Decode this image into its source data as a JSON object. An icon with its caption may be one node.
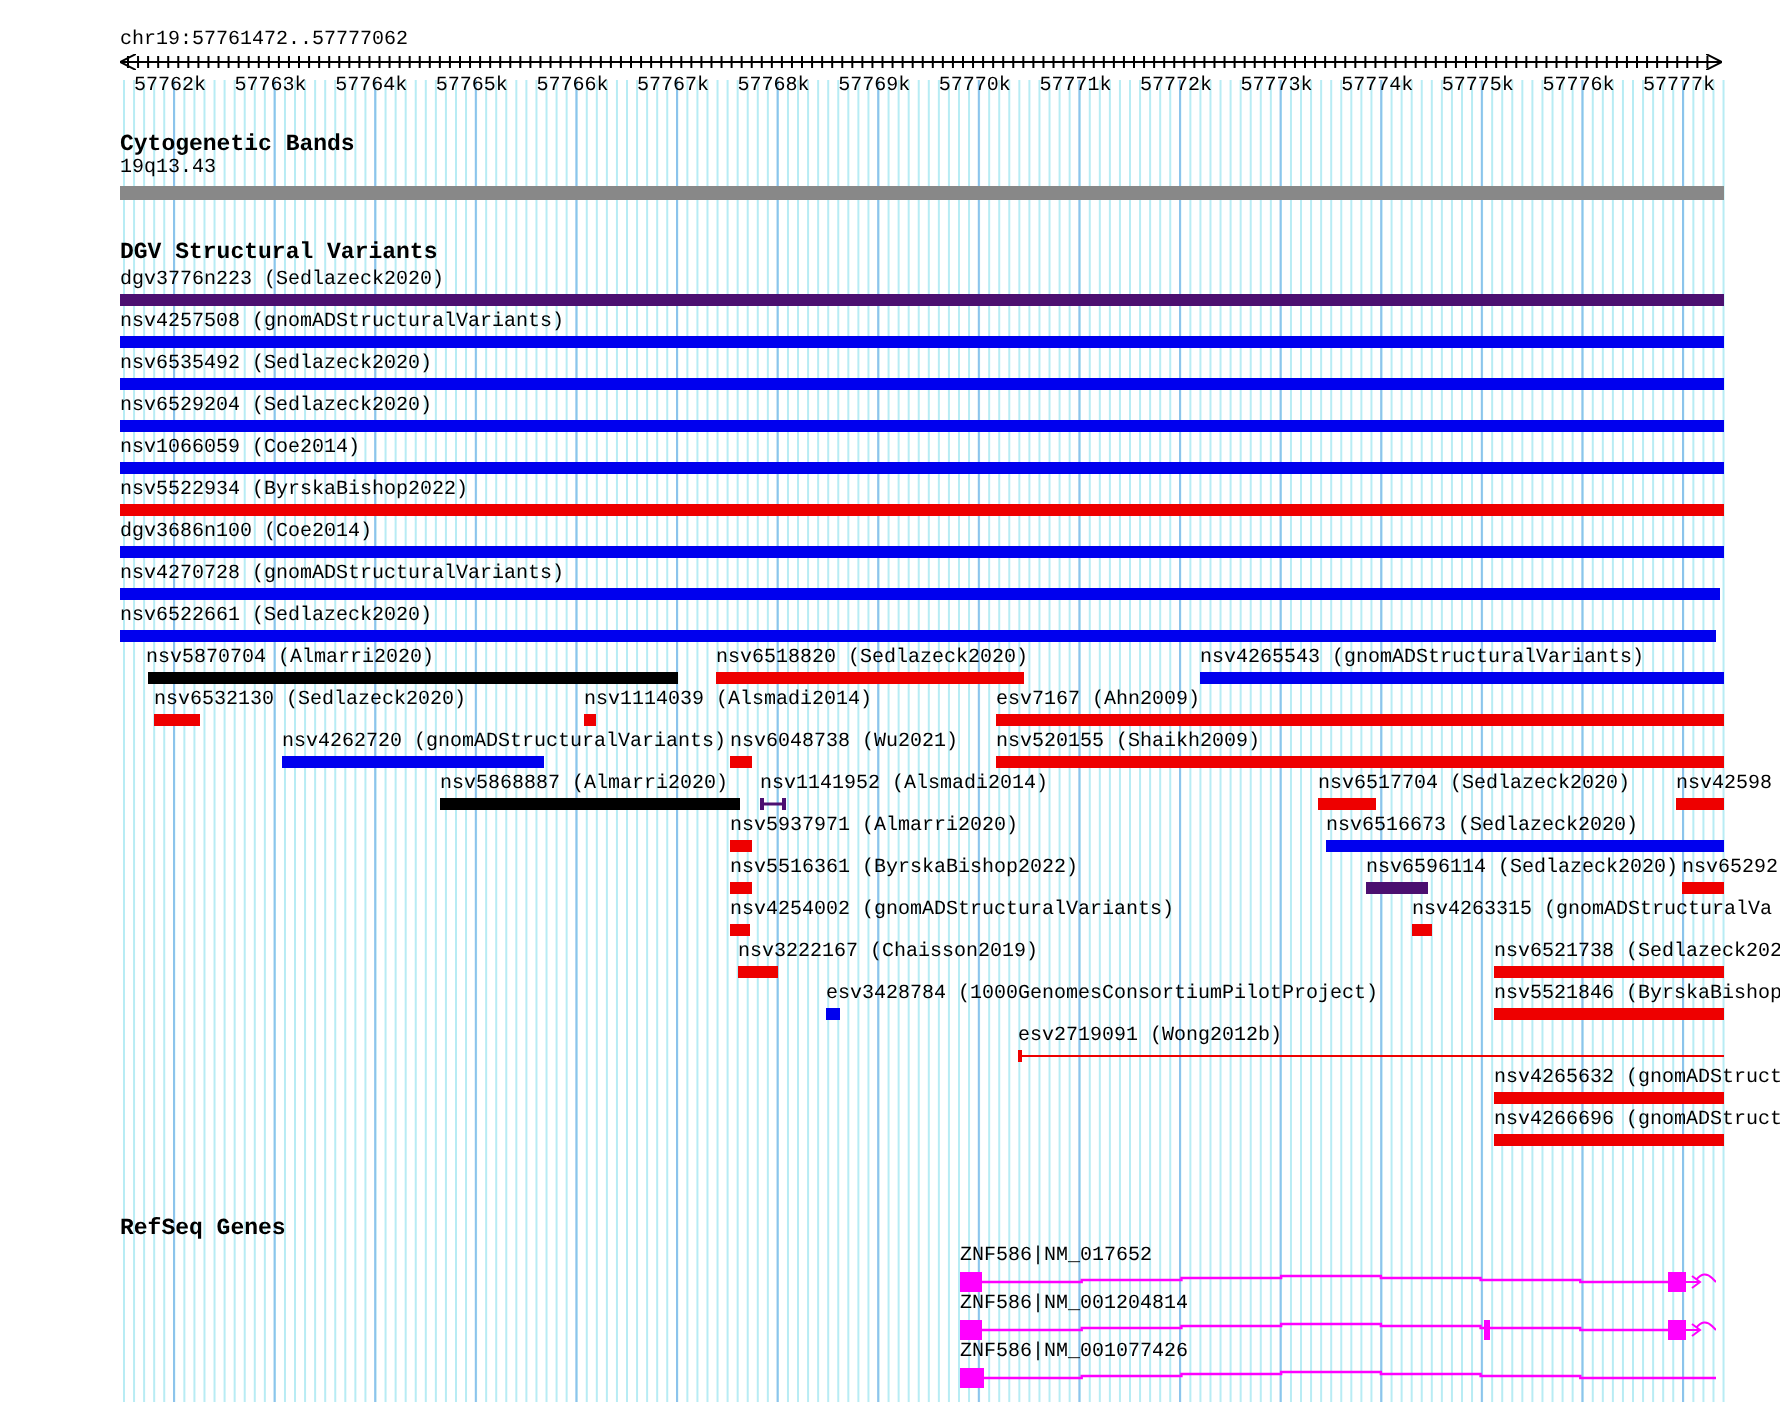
{
  "diagram": {
    "nodes": [
      {
        "text": [
          "19q13.43"
        ]
      },
      {
        "text": [
          "dgv3776n223 (Sedlazeck2020)"
        ]
      },
      {
        "text": [
          "nsv4257508 (gnomADStructuralVariants)"
        ]
      },
      {
        "text": [
          "nsv6535492 (Sedlazeck2020)"
        ]
      },
      {
        "text": [
          "nsv6529204 (Sedlazeck2020)"
        ]
      },
      {
        "text": [
          "nsv1066059 (Coe2014)"
        ]
      },
      {
        "text": [
          "nsv5522934 (ByrskaBishop2022)"
        ]
      },
      {
        "text": [
          "dgv3686n100 (Coe2014)"
        ]
      },
      {
        "text": [
          "nsv4270728 (gnomADStructuralVariants)"
        ]
      },
      {
        "text": [
          "nsv6522661 (Sedlazeck2020)"
        ]
      },
      {
        "text": [
          "nsv5870704 (Almarri2020)"
        ]
      },
      {
        "text": [
          "nsv6518820 (Sedlazeck2020)"
        ]
      },
      {
        "text": [
          "nsv4265543 (gnomADStructuralVariants)"
        ]
      },
      {
        "text": [
          "nsv6532130 (Sedlazeck2020)"
        ]
      },
      {
        "text": [
          "nsv1114039 (Alsmadi2014)"
        ]
      },
      {
        "text": [
          "esv7167 (Ahn2009)"
        ]
      },
      {
        "text": [
          "nsv4262720 (gnomADStructuralVariants)"
        ]
      },
      {
        "text": [
          "nsv6048738 (Wu2021)"
        ]
      },
      {
        "text": [
          "nsv520155 (Shaikh2009)"
        ]
      },
      {
        "text": [
          "nsv5868887 (Almarri2020)"
        ]
      },
      {
        "text": [
          "nsv1141952 (Alsmadi2014)"
        ]
      },
      {
        "text": [
          "nsv6517704 (Sedlazeck2020)"
        ]
      },
      {
        "text": [
          "nsv42598"
        ]
      },
      {
        "text": [
          "nsv5937971 (Almarri2020)"
        ]
      },
      {
        "text": [
          "nsv6516673 (Sedlazeck2020)"
        ]
      },
      {
        "text": [
          "nsv5516361 (ByrskaBishop2022)"
        ]
      },
      {
        "text": [
          "nsv6596114 (Sedlazeck2020)"
        ]
      },
      {
        "text": [
          "nsv65292"
        ]
      },
      {
        "text": [
          "nsv4254002 (gnomADStructuralVariants)"
        ]
      },
      {
        "text": [
          "nsv4263315 (gnomADStructuralVa"
        ]
      },
      {
        "text": [
          "nsv3222167 (Chaisson2019)"
        ]
      },
      {
        "text": [
          "nsv6521738 (Sedlazeck202"
        ]
      },
      {
        "text": [
          "esv3428784 (1000GenomesConsortiumPilotProject)"
        ]
      },
      {
        "text": [
          "nsv5521846 (ByrskaBishop"
        ]
      },
      {
        "text": [
          "esv2719091 (Wong2012b)"
        ]
      },
      {
        "text": [
          "nsv4265632 (gnomADStruct"
        ]
      },
      {
        "text": [
          "nsv4266696 (gnomADStruct"
        ]
      },
      {
        "text": [
          "ZNF586|NM_017652"
        ]
      },
      {
        "text": [
          "ZNF586|NM_001204814"
        ]
      },
      {
        "text": [
          "ZNF586|NM_001077426"
        ]
      }
    ],
    "labels": [
      "chr19:57761472..57777062",
      "57762k",
      "57763k",
      "57764k",
      "57765k",
      "57766k",
      "57767k",
      "57768k",
      "57769k",
      "57770k",
      "57771k",
      "57772k",
      "57773k",
      "57774k",
      "57775k",
      "57776k",
      "57777k",
      "Cytogenetic Bands",
      "DGV Structural Variants",
      "RefSeq Genes"
    ]
  }
}
